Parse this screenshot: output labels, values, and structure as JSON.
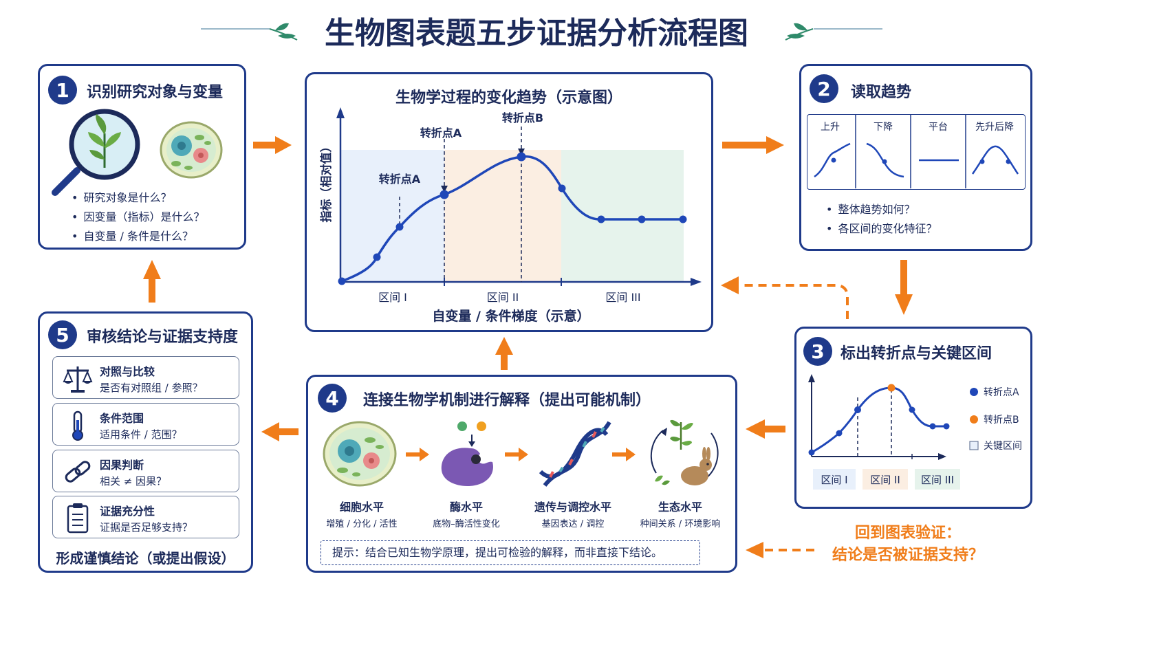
{
  "title": "生物图表题五步证据分析流程图",
  "step1": {
    "num": "1",
    "title": "识别研究对象与变量",
    "bullets": [
      "研究对象是什么？",
      "因变量（指标）是什么？",
      "自变量 / 条件是什么？"
    ]
  },
  "center_chart": {
    "title": "生物学过程的变化趋势（示意图）",
    "ylabel": "指标（相对值）",
    "xlabel": "自变量 / 条件梯度（示意）",
    "annotations": [
      "转折点A",
      "转折点A",
      "转折点B"
    ],
    "regions": [
      "区间 I",
      "区间 II",
      "区间 III"
    ]
  },
  "step2": {
    "num": "2",
    "title": "读取趋势",
    "trends": [
      "上升",
      "下降",
      "平台",
      "先升后降"
    ],
    "bullets": [
      "整体趋势如何？",
      "各区间的变化特征？"
    ]
  },
  "step3": {
    "num": "3",
    "title": "标出转折点与关键区间",
    "legend": [
      "转折点A",
      "转折点B",
      "关键区间"
    ],
    "regions": [
      "区间 I",
      "区间 II",
      "区间 III"
    ]
  },
  "step4": {
    "num": "4",
    "title": "连接生物学机制进行解释（提出可能机制）",
    "levels": [
      {
        "name": "细胞水平",
        "desc": "增殖 / 分化 / 活性"
      },
      {
        "name": "酶水平",
        "desc": "底物–酶活性变化"
      },
      {
        "name": "遗传与调控水平",
        "desc": "基因表达 / 调控"
      },
      {
        "name": "生态水平",
        "desc": "种间关系 / 环境影响"
      }
    ],
    "hint": "提示：结合已知生物学原理，提出可检验的解释，而非直接下结论。"
  },
  "step5": {
    "num": "5",
    "title": "审核结论与证据支持度",
    "items": [
      {
        "name": "对照与比较",
        "desc": "是否有对照组 / 参照？"
      },
      {
        "name": "条件范围",
        "desc": "适用条件 / 范围？"
      },
      {
        "name": "因果判断",
        "desc": "相关 ≠ 因果？"
      },
      {
        "name": "证据充分性",
        "desc": "证据是否足够支持？"
      }
    ],
    "footer": "形成谨慎结论（或提出假设）"
  },
  "verify": {
    "line1": "回到图表验证：",
    "line2": "结论是否被证据支持？"
  },
  "colors": {
    "navy": "#1f3a8a",
    "orange": "#f07d1a",
    "blue": "#1f47b8"
  }
}
